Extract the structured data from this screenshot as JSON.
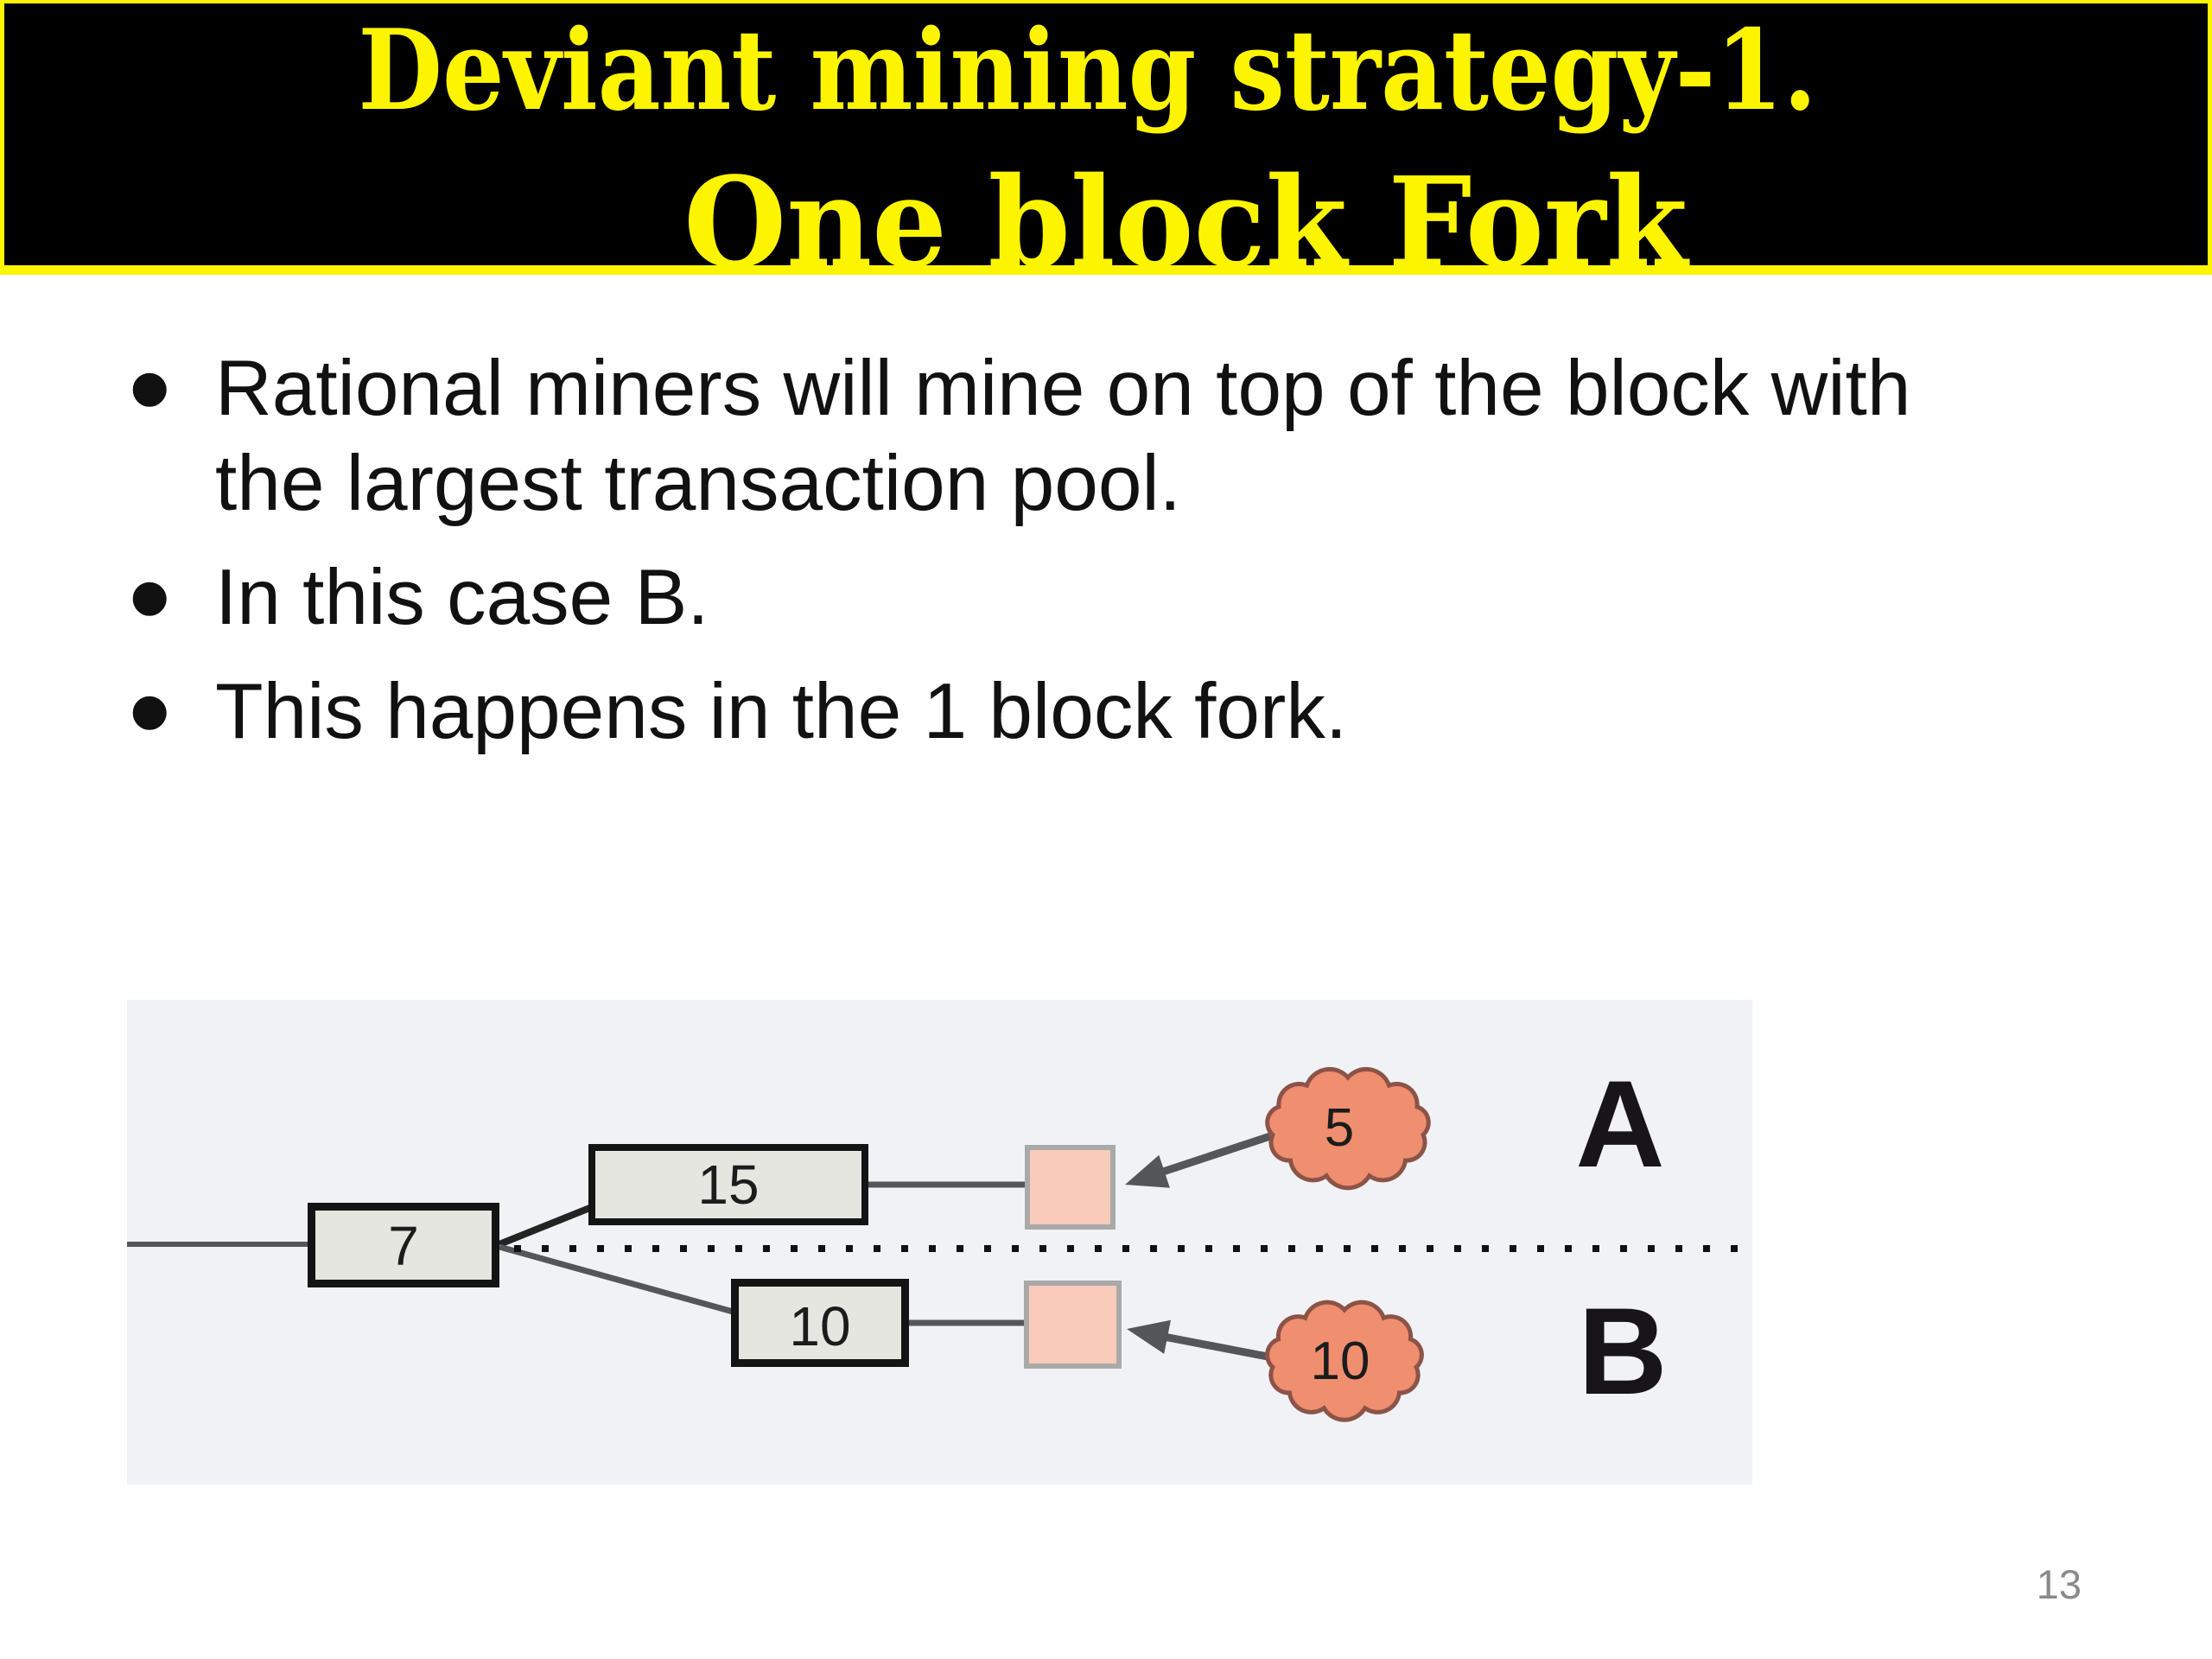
{
  "slide": {
    "title": {
      "line1": "Deviant mining strategy-1.",
      "line2": "One block Fork"
    },
    "bullet_glyph": "•",
    "bullets": [
      "Rational miners will mine on top of the block with the largest transaction pool.",
      "In this case B.",
      "This happens in the 1 block fork."
    ],
    "page_number": "13"
  },
  "diagram": {
    "type": "blockchain-fork",
    "description": "Fork after block 7: branch A holds block 15 with mempool 5, branch B holds block 10 with mempool 10",
    "parent_block": {
      "label": "7"
    },
    "branch_a": {
      "block_label": "15",
      "mempool_label": "5",
      "branch_label": "A"
    },
    "branch_b": {
      "block_label": "10",
      "mempool_label": "10",
      "branch_label": "B"
    },
    "colors": {
      "panel_background": "#f1f2f6",
      "block_fill": "#e5e6df",
      "block_border": "#141414",
      "pending_square_fill": "#f8cbbb",
      "pending_square_border": "#a9a9a9",
      "cloud_fill": "#ef8f70",
      "cloud_border": "#8c5348",
      "connector_gray": "#54565a",
      "banner_yellow": "#fdf500"
    }
  }
}
